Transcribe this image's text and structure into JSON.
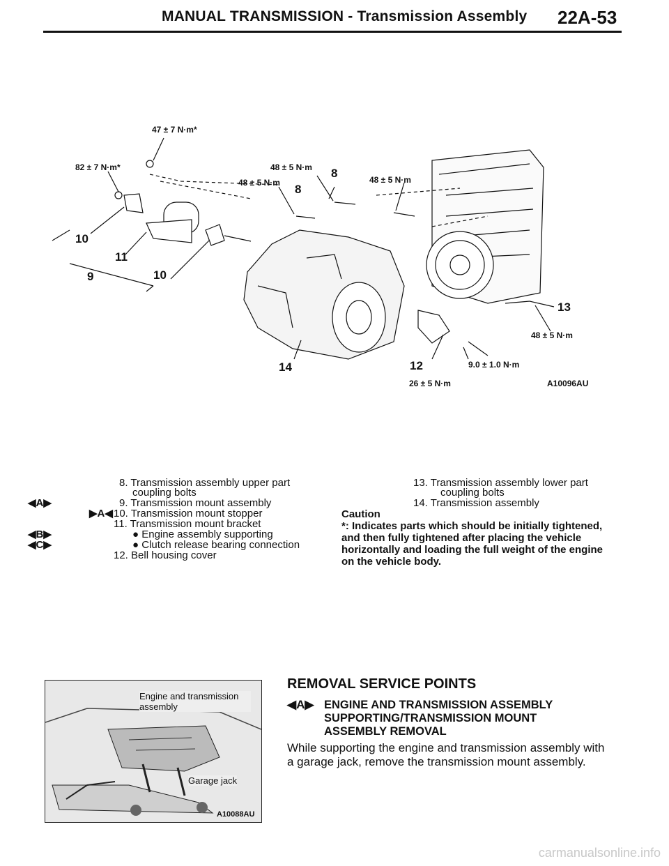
{
  "header": {
    "title": "MANUAL TRANSMISSION - Transmission Assembly",
    "page": "22A-53"
  },
  "figure1": {
    "code": "A10096AU",
    "torque_labels": [
      "47 ± 7 N·m*",
      "82 ± 7 N·m*",
      "48 ± 5 N·m",
      "48 ± 5 N·m",
      "48 ± 5 N·m",
      "48 ± 5 N·m",
      "26 ± 5 N·m",
      "9.0 ± 1.0 N·m"
    ],
    "callouts": [
      "8",
      "8",
      "10",
      "11",
      "9",
      "10",
      "13",
      "12",
      "14"
    ]
  },
  "legend_left": [
    {
      "mark": "",
      "text": "8. Transmission assembly upper part"
    },
    {
      "mark": "",
      "text": "coupling bolts"
    },
    {
      "mark": "A",
      "text": "9. Transmission mount assembly"
    },
    {
      "mark": "A",
      "text": "10. Transmission mount stopper"
    },
    {
      "mark": "",
      "text": "11. Transmission mount bracket"
    },
    {
      "mark": "B",
      "text": "Engine assembly supporting"
    },
    {
      "mark": "C",
      "text": "Clutch release bearing connection"
    },
    {
      "mark": "",
      "text": "12. Bell housing cover"
    }
  ],
  "legend_right": [
    "13. Transmission assembly lower part",
    "coupling bolts",
    "14. Transmission assembly"
  ],
  "caution": {
    "heading": "Caution",
    "lines": [
      "*: Indicates parts which should be initially tightened,",
      "and then fully tightened after placing the vehicle",
      "horizontally and loading the full weight of the engine",
      "on the vehicle body."
    ]
  },
  "removal": {
    "title": "REMOVAL SERVICE POINTS",
    "mark": "A",
    "subtitle_lines": [
      "ENGINE AND TRANSMISSION ASSEMBLY",
      "SUPPORTING/TRANSMISSION MOUNT",
      "ASSEMBLY REMOVAL"
    ],
    "body_lines": [
      "While supporting the engine and transmission assembly with",
      "a garage jack, remove the transmission mount assembly."
    ]
  },
  "photo": {
    "label_engine": "Engine and transmission assembly",
    "label_jack": "Garage jack",
    "code": "A10088AU"
  },
  "watermark": "carmanualsonline.info"
}
